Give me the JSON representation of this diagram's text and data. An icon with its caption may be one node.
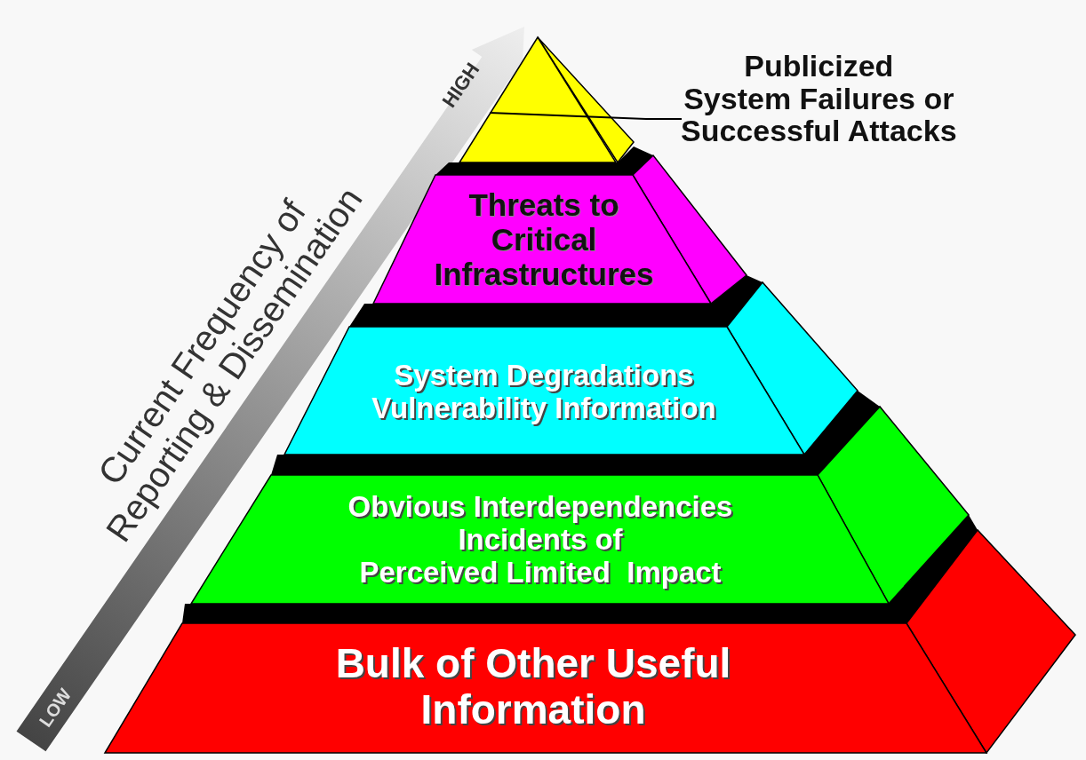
{
  "diagram": {
    "nodes": [
      {
        "text": [],
        "shape": "triangle"
      },
      {
        "text": [
          "Publicized System Failures or Successful Attacks"
        ]
      },
      {
        "text": [
          "Threats to Critical Infrastructures"
        ]
      },
      {
        "text": [
          "System Degradations Vulnerability Information"
        ]
      },
      {
        "text": [
          "Obvious Interdependencies Incidents of Perceived Limited  Impact"
        ]
      },
      {
        "text": [
          "Bulk of Other Useful Information"
        ]
      }
    ],
    "edges": [
      {
        "from": 1,
        "to": 0,
        "arrow": "none"
      }
    ],
    "labels": [
      "Current Frequency of Reporting & Dissemination",
      "HIGH",
      "LOW"
    ]
  }
}
